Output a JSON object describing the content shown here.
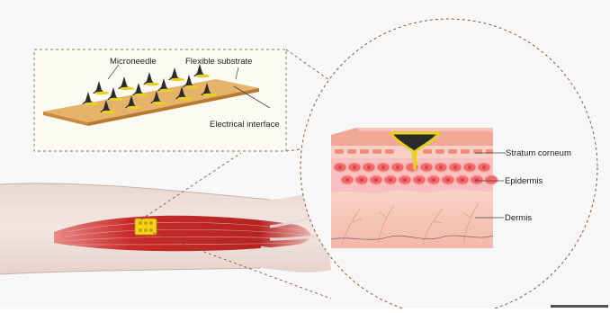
{
  "labels": {
    "microneedle": "Microneedle",
    "flexible_substrate": "Flexible substrate",
    "electrical_interface": "Electrical interface",
    "stratum_corneum": "Stratum corneum",
    "epidermis": "Epidermis",
    "dermis": "Dermis"
  },
  "colors": {
    "background": "#f8f8f8",
    "inset_box_fill": "#fbfbf3",
    "substrate_top": "#e6b36c",
    "substrate_side": "#c98a3c",
    "needle": "#2b2b2b",
    "needle_ring": "#e8d022",
    "muscle": "#c62a2a",
    "patch": "#f3d21c",
    "skin_top": "#f2a898",
    "epidermis_cells": "#f06a6a",
    "dermis": "#f6c9bd",
    "dashed_line": "#8a5a3a"
  },
  "icons": [
    "microneedle-array-icon",
    "muscle-patch-icon",
    "skin-layers-icon"
  ]
}
